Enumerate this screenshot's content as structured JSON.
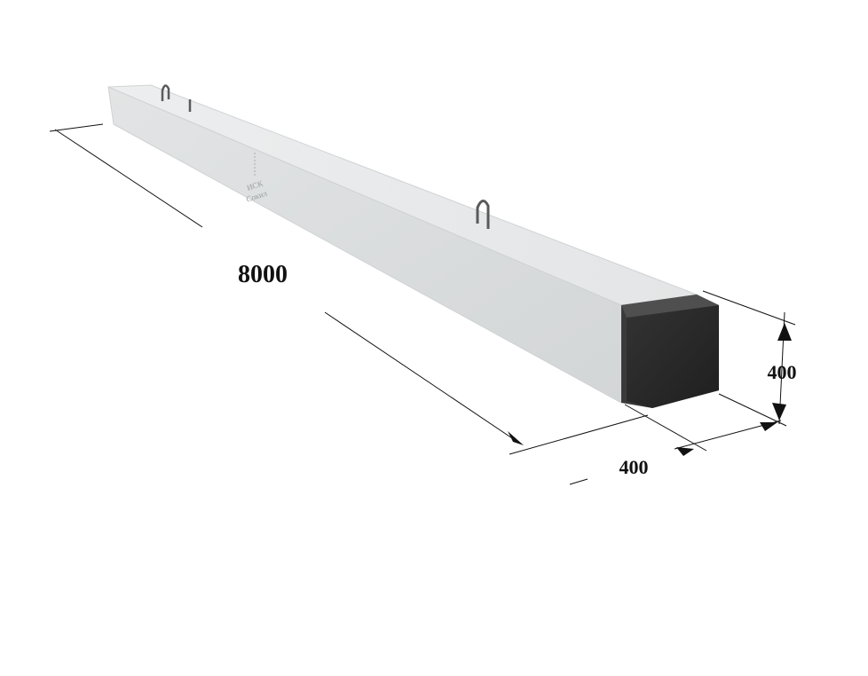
{
  "dimensions": {
    "length_label": "8000",
    "height_label": "400",
    "width_label": "400"
  },
  "marking": {
    "line1": "ИСК",
    "line2": "Сокил"
  },
  "colors": {
    "concrete_top": "#e4e6e7",
    "concrete_side": "#dadcdd",
    "concrete_edge": "#cfd2d3",
    "end_face": "#2b2b2b",
    "end_face_top": "#4a4a4a",
    "loop": "#5a5a5a",
    "dim_line": "#111111"
  }
}
